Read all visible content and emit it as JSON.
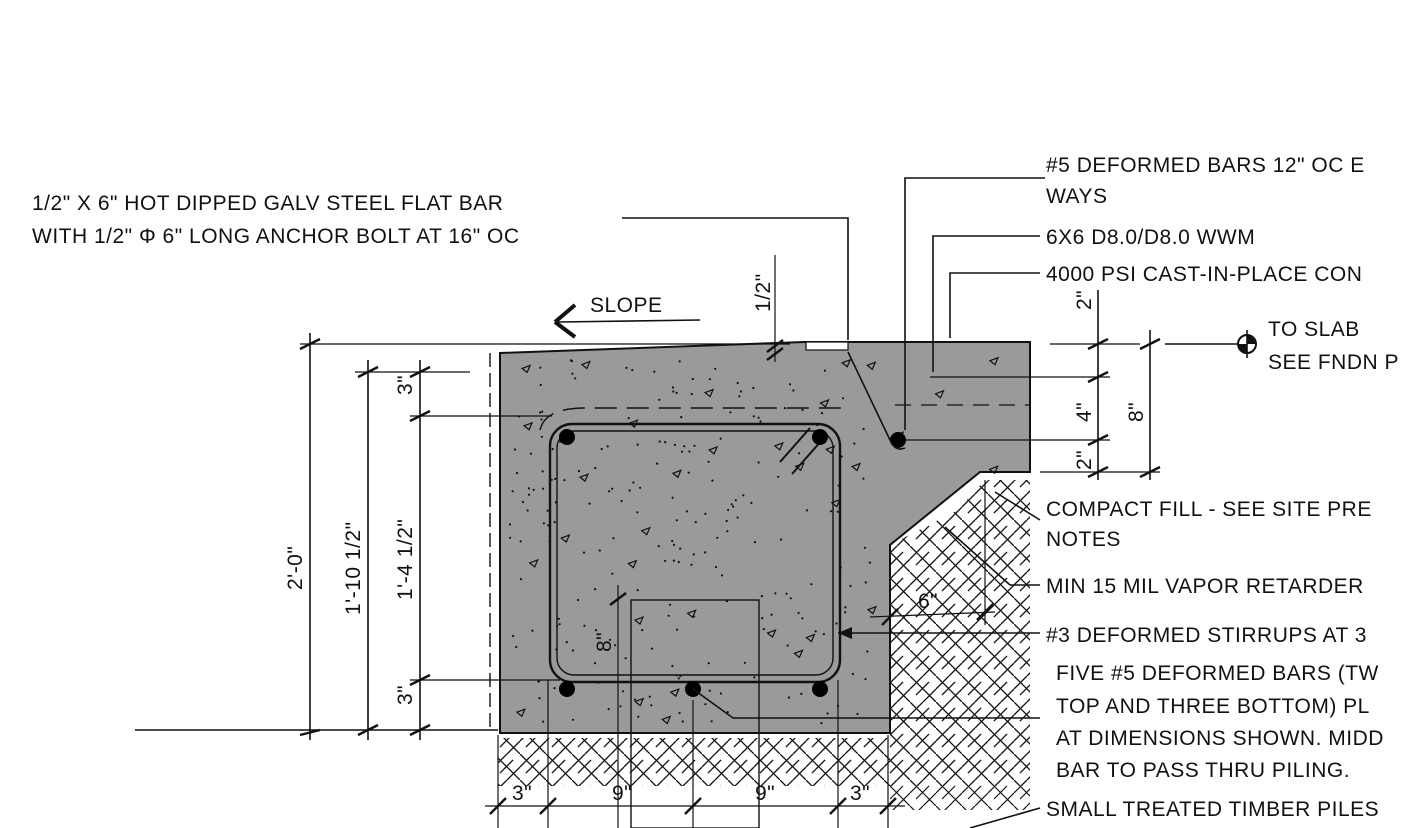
{
  "callouts": {
    "flat_bar": [
      "1/2\" X 6\" HOT DIPPED GALV STEEL FLAT BAR",
      "WITH 1/2\" Φ 6\" LONG ANCHOR BOLT AT 16\" OC"
    ],
    "deformed_bars": [
      "#5 DEFORMED BARS 12\" OC E",
      "WAYS"
    ],
    "wwm": "6X6 D8.0/D8.0 WWM",
    "concrete": "4000 PSI CAST-IN-PLACE CON",
    "to_slab": [
      "TO SLAB",
      "SEE FNDN P"
    ],
    "compact_fill": [
      "COMPACT FILL - SEE SITE PRE",
      "NOTES"
    ],
    "vapor_retarder": "MIN 15 MIL VAPOR RETARDER",
    "stirrups": "#3 DEFORMED STIRRUPS AT 3",
    "five_bars": [
      "FIVE #5 DEFORMED BARS (TW",
      "TOP AND THREE BOTTOM) PL",
      "AT DIMENSIONS SHOWN. MIDD",
      "BAR TO PASS THRU PILING."
    ],
    "timber_piles": "SMALL TREATED TIMBER PILES"
  },
  "labels": {
    "slope": "SLOPE"
  },
  "dimensions": {
    "overall": "2'-0\"",
    "d1": "1'-10 1/2\"",
    "d2": "1'-4 1/2\"",
    "top_cover": "3\"",
    "bottom_cover": "3\"",
    "half_inch": "1/2\"",
    "r_top": "2\"",
    "r_mid": "4\"",
    "r_bot": "2\"",
    "r_total": "8\"",
    "six": "6\"",
    "pile_h": "8\"",
    "b1": "3\"",
    "b2": "9\"",
    "b3": "9\"",
    "b4": "3\""
  },
  "colors": {
    "concrete": "#9a9a9a",
    "line": "#111111",
    "background": "#ffffff"
  }
}
